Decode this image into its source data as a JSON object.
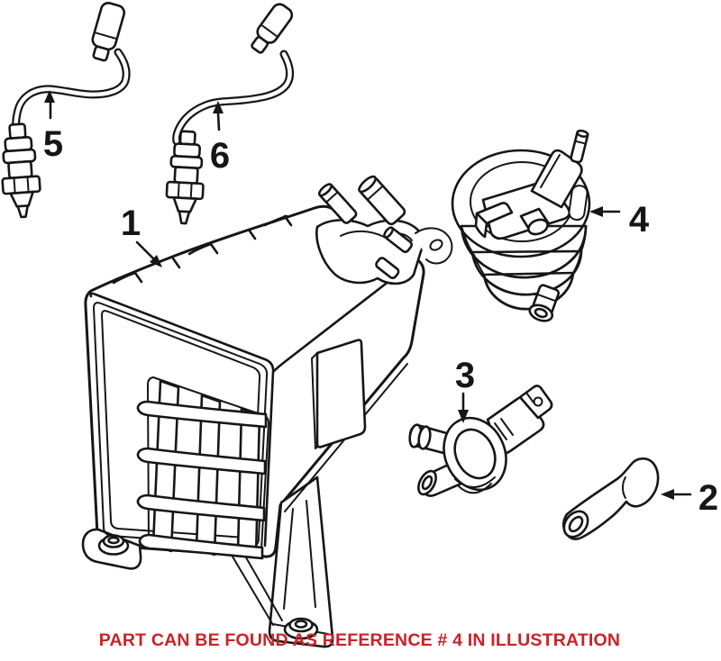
{
  "illustration": {
    "background": "#ffffff",
    "line_color": "#161616"
  },
  "labels": {
    "part1": "1",
    "part2": "2",
    "part3": "3",
    "part4": "4",
    "part5": "5",
    "part6": "6"
  },
  "caption": {
    "text": "PART CAN BE FOUND AS REFERENCE # 4 IN ILLUSTRATION",
    "color": "#cb2127"
  }
}
